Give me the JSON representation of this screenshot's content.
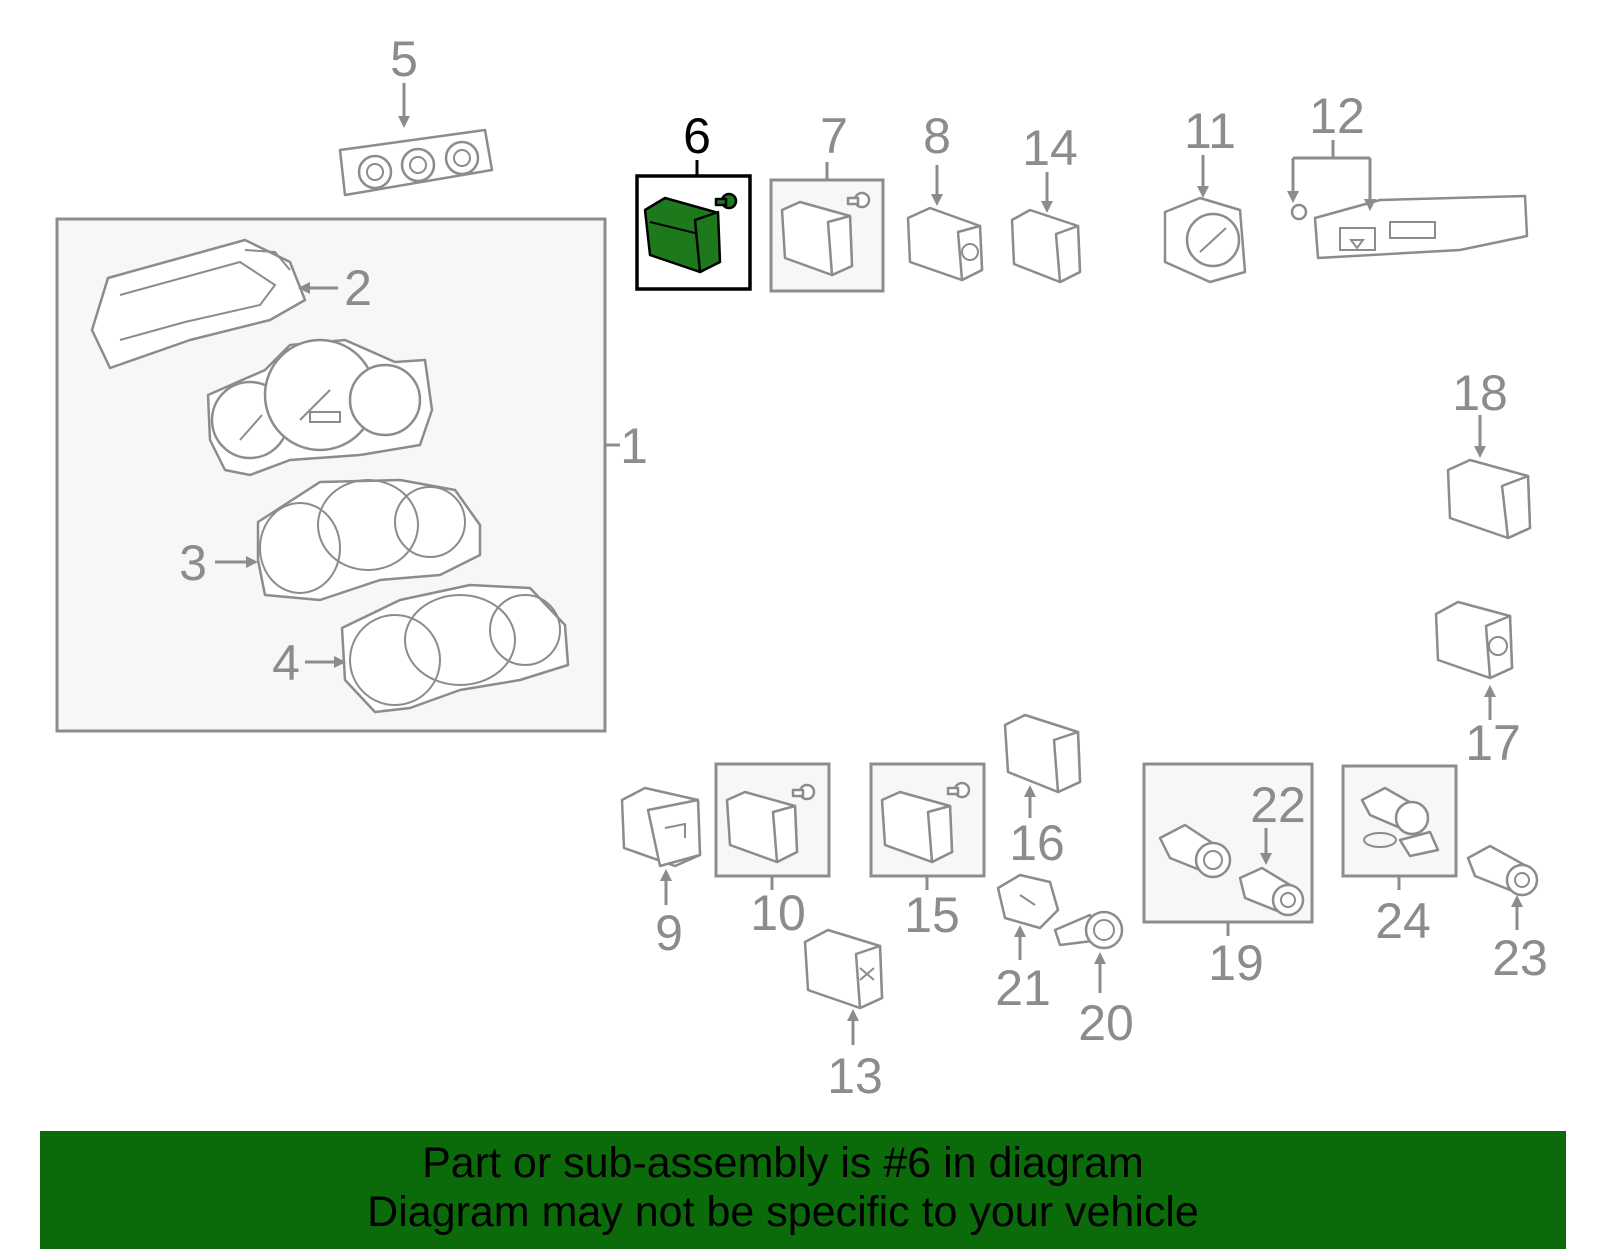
{
  "diagram": {
    "highlighted_callout": "6",
    "highlight_color": "#1c7a1c",
    "line_color": "#8c8c8c",
    "callouts": {
      "c1": "1",
      "c2": "2",
      "c3": "3",
      "c4": "4",
      "c5": "5",
      "c6": "6",
      "c7": "7",
      "c8": "8",
      "c9": "9",
      "c10": "10",
      "c11": "11",
      "c12": "12",
      "c13": "13",
      "c14": "14",
      "c15": "15",
      "c16": "16",
      "c17": "17",
      "c18": "18",
      "c19": "19",
      "c20": "20",
      "c21": "21",
      "c22": "22",
      "c23": "23",
      "c24": "24"
    }
  },
  "banner": {
    "line1": "Part or sub-assembly is #6 in diagram",
    "line2": "Diagram may not be specific to your vehicle",
    "background": "#0b6b0b"
  }
}
